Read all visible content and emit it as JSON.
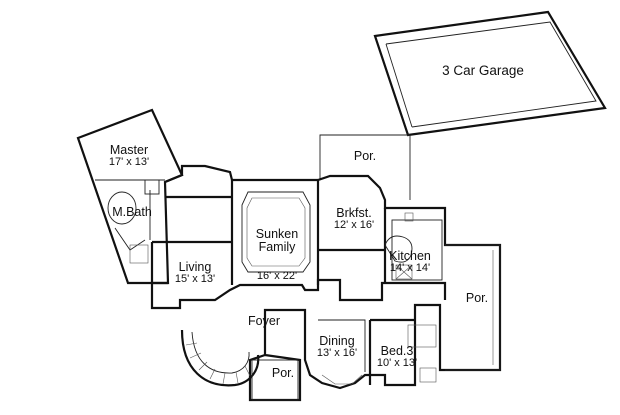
{
  "rooms": {
    "garage": {
      "name": "3 Car Garage",
      "dim": ""
    },
    "porch_top": {
      "name": "Por.",
      "dim": ""
    },
    "master": {
      "name": "Master",
      "dim": "17' x 13'"
    },
    "mbath": {
      "name": "M.Bath",
      "dim": ""
    },
    "family": {
      "name": "Sunken\nFamily",
      "dim": "16' x 22'"
    },
    "brkfst": {
      "name": "Brkfst.",
      "dim": "12' x 16'"
    },
    "kitchen": {
      "name": "Kitchen",
      "dim": "14' x 14'"
    },
    "living": {
      "name": "Living",
      "dim": "15' x 13'"
    },
    "porch_right": {
      "name": "Por.",
      "dim": ""
    },
    "foyer": {
      "name": "Foyer",
      "dim": ""
    },
    "dining": {
      "name": "Dining",
      "dim": "13' x 16'"
    },
    "bed3": {
      "name": "Bed.3",
      "dim": "10' x 13'"
    },
    "porch_bottom": {
      "name": "Por.",
      "dim": ""
    }
  },
  "colors": {
    "wall": "#111111",
    "background": "#ffffff"
  }
}
